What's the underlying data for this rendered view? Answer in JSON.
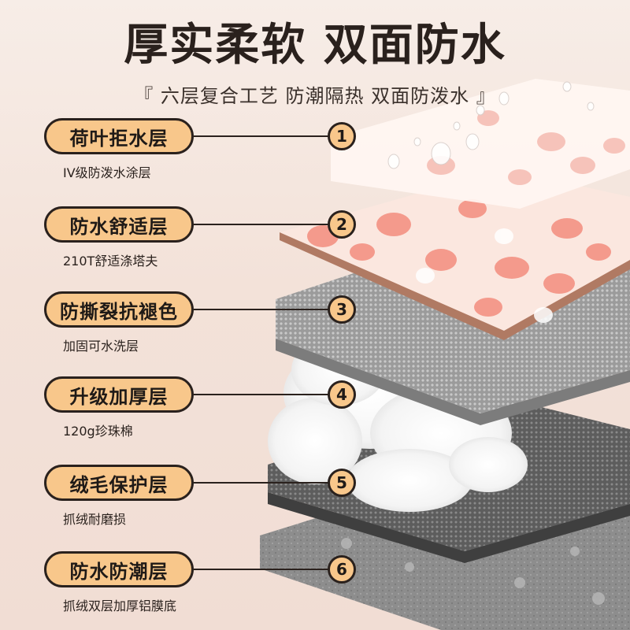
{
  "header": {
    "title": "厚实柔软 双面防水",
    "subtitle": "『 六层复合工艺 防潮隔热 双面防泼水 』"
  },
  "layers": [
    {
      "number": "1",
      "label": "荷叶拒水层",
      "desc": "IV级防泼水涂层"
    },
    {
      "number": "2",
      "label": "防水舒适层",
      "desc": "210T舒适涤塔夫"
    },
    {
      "number": "3",
      "label": "防撕裂抗褪色",
      "desc": "加固可水洗层"
    },
    {
      "number": "4",
      "label": "升级加厚层",
      "desc": "120g珍珠棉"
    },
    {
      "number": "5",
      "label": "绒毛保护层",
      "desc": "抓绒耐磨损"
    },
    {
      "number": "6",
      "label": "防水防潮层",
      "desc": "抓绒双层加厚铝膜底"
    }
  ],
  "colors": {
    "accent": "#f8c78b",
    "outline": "#2a211d",
    "background": "#f4e4dc"
  }
}
